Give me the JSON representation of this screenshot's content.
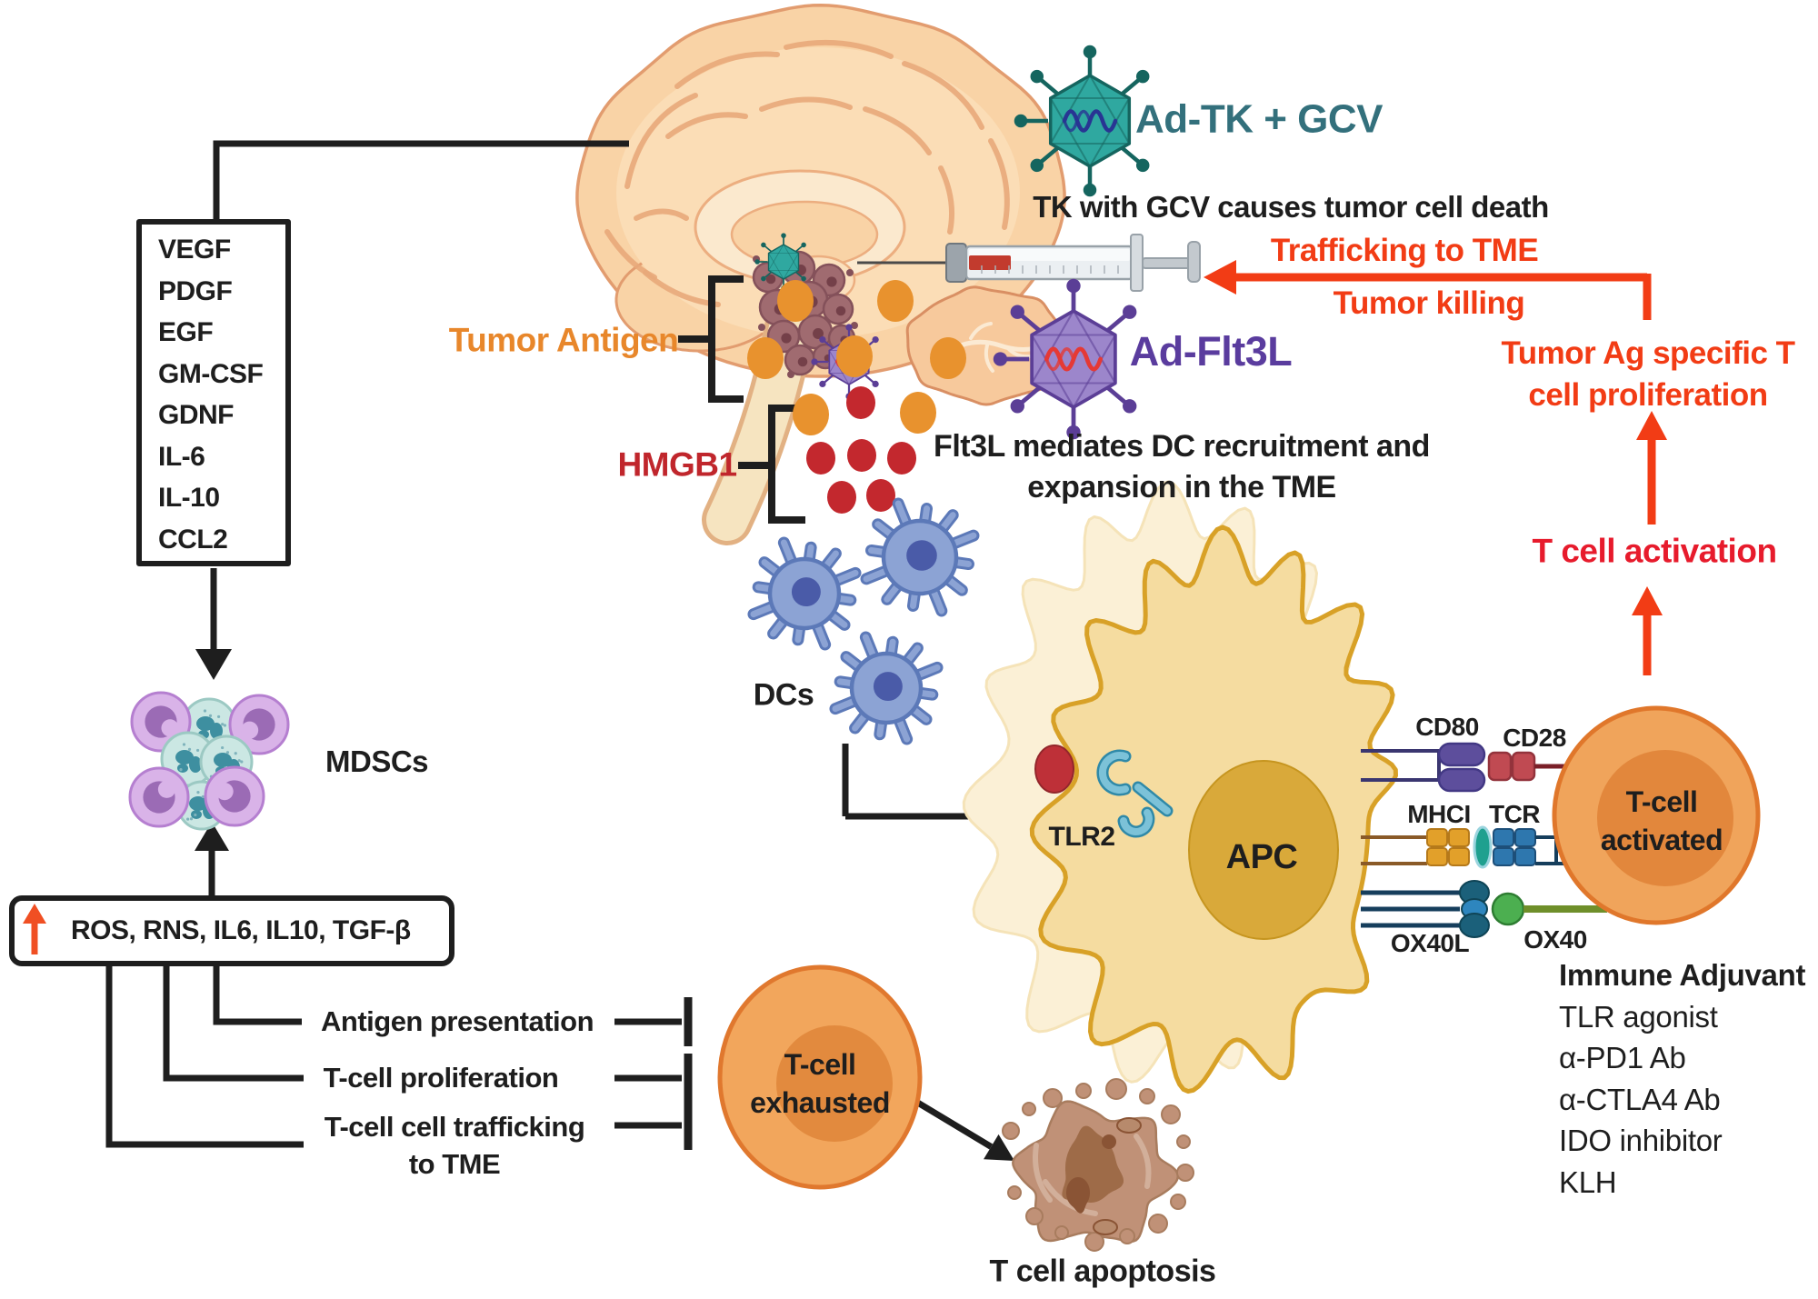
{
  "colors": {
    "highlight_red": "#F23C15",
    "activation_red": "#E71B2C",
    "antigen_orange": "#E8872B",
    "hmgb1_red": "#C0262C",
    "adtk_teal": "#33707C",
    "flt3l_purple": "#5A3C9E",
    "line_black": "#1E1E1E"
  },
  "left": {
    "factors": [
      "VEGF",
      "PDGF",
      "EGF",
      "GM-CSF",
      "GDNF",
      "IL-6",
      "IL-10",
      "CCL2"
    ],
    "mdscs_label": "MDSCs",
    "ros_text": "ROS, RNS, IL6, IL10, TGF-β",
    "inhibited": {
      "antigen_presentation": "Antigen presentation",
      "t_cell_proliferation": "T-cell proliferation",
      "t_cell_trafficking_line1": "T-cell cell trafficking",
      "t_cell_trafficking_line2": "to TME"
    },
    "exhausted_line1": "T-cell",
    "exhausted_line2": "exhausted",
    "apoptosis_label": "T cell apoptosis"
  },
  "center": {
    "tumor_antigen": "Tumor Antigen",
    "hmgb1": "HMGB1",
    "dcs": "DCs",
    "ad_tk_gcv": "Ad-TK + GCV",
    "tk_desc": "TK with GCV causes tumor cell death",
    "ad_flt3l": "Ad-Flt3L",
    "flt3l_desc_line1": "Flt3L mediates DC recruitment and",
    "flt3l_desc_line2": "expansion in the TME",
    "apc": "APC",
    "tlr2": "TLR2"
  },
  "right": {
    "trafficking": "Trafficking to TME",
    "tumor_killing": "Tumor killing",
    "tumor_ag_line1": "Tumor Ag specific T",
    "tumor_ag_line2": "cell proliferation",
    "t_cell_activation": "T cell activation",
    "activated_line1": "T-cell",
    "activated_line2": "activated",
    "receptors": {
      "cd80": "CD80",
      "cd28": "CD28",
      "mhci": "MHCI",
      "tcr": "TCR",
      "ox40l": "OX40L",
      "ox40": "OX40"
    },
    "adjuvant_title": "Immune Adjuvant",
    "adjuvant_items": [
      "TLR agonist",
      "α-PD1 Ab",
      "α-CTLA4 Ab",
      "IDO inhibitor",
      "KLH"
    ]
  }
}
